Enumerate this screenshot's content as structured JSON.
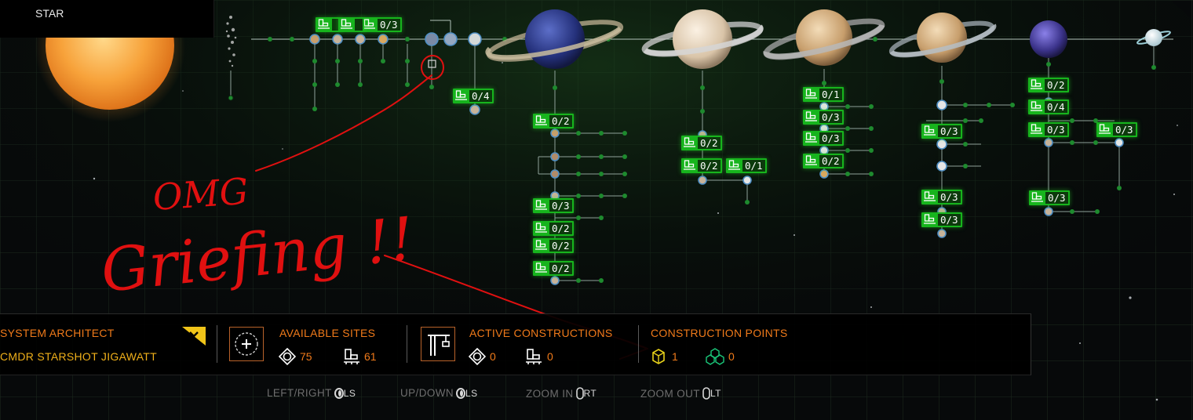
{
  "top_label": "STAR",
  "badges": [
    "0/3",
    "0/4",
    "0/2",
    "0/3",
    "0/2",
    "0/2",
    "0/2",
    "0/2",
    "0/2",
    "0/1",
    "0/1",
    "0/3",
    "0/3",
    "0/2",
    "0/3",
    "0/3",
    "0/3",
    "0/2",
    "0/4",
    "0/3",
    "0/3",
    "0/3"
  ],
  "bar": {
    "architect_title": "SYSTEM ARCHITECT",
    "architect_name": "CMDR STARSHOT JIGAWATT",
    "available_title": "AVAILABLE SITES",
    "available_orbital": "75",
    "available_surface": "61",
    "active_title": "ACTIVE CONSTRUCTIONS",
    "active_orbital": "0",
    "active_surface": "0",
    "points_title": "CONSTRUCTION POINTS",
    "points_tier2": "1",
    "points_tier3": "0"
  },
  "hints": [
    {
      "label": "LEFT/RIGHT",
      "button": "LS"
    },
    {
      "label": "UP/DOWN",
      "button": "LS"
    },
    {
      "label": "ZOOM IN",
      "button": "RT"
    },
    {
      "label": "ZOOM OUT",
      "button": "LT"
    }
  ],
  "annotation": {
    "line1": "OMG",
    "line2": "Griefing !!"
  },
  "colors": {
    "accent": "#f07a1a",
    "gold": "#f0b01a",
    "site_green": "#17b41d",
    "annotation_red": "#e01010",
    "tier2": "#e8d21a",
    "tier3": "#1ac87a"
  }
}
